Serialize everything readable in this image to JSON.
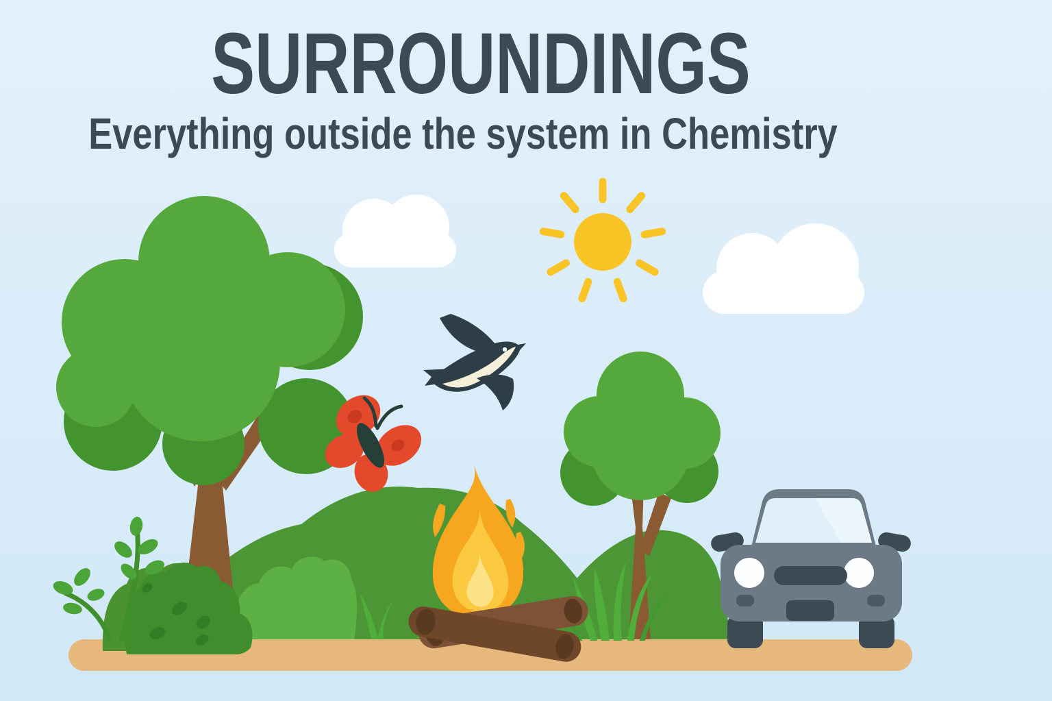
{
  "title": "SURROUNDINGS",
  "subtitle": "Everything outside the system in Chemistry",
  "palette": {
    "sky_top": "#e2f1fc",
    "sky_bottom": "#d2e8f7",
    "title_text": "#3b4a56",
    "canopy_green": "#55a93c",
    "canopy_dark": "#43932f",
    "trunk_brown": "#8a5a33",
    "hill_green": "#4c9636",
    "bush_back": "#4b9231",
    "bush_light": "#5cb044",
    "bush_dark": "#3f8d2c",
    "bush_spot": "#2f7e24",
    "sprig_leaf": "#4aa437",
    "sprig_stem": "#3f8f2d",
    "grass_green": "#4fae3a",
    "grass_dark": "#41992f",
    "ground_tan": "#e7b87b",
    "flame_outer": "#f7a71f",
    "flame_mid": "#fbc93f",
    "flame_core": "#fce287",
    "log_light": "#7d5236",
    "log_dark": "#6e4629",
    "log_cap": "#59391f",
    "butterfly_red": "#e5492c",
    "butterfly_spot": "#c93a20",
    "butterfly_body": "#254039",
    "bird_dark": "#2d3e46",
    "bird_belly": "#f6efda",
    "sun_yellow": "#f9c526",
    "cloud_white": "#ffffff",
    "car_body": "#6b7a84",
    "car_dark": "#3c4a54",
    "car_trim": "#4a5a64",
    "car_glass": "#dff0fa",
    "car_glass_light": "#ecf7fd",
    "headlight_white": "#fdfeff"
  },
  "scene": {
    "description": "flat illustration of nature scene",
    "elements": [
      "sun",
      "cloud-left",
      "cloud-right",
      "swallow-bird",
      "butterfly",
      "tree-left",
      "tree-right",
      "hill-left",
      "hill-right",
      "bush-light",
      "bush-back",
      "bush-spotted",
      "plant-sprigs",
      "grass-tuft",
      "grass-sprout",
      "campfire",
      "logs",
      "car",
      "ground"
    ]
  }
}
